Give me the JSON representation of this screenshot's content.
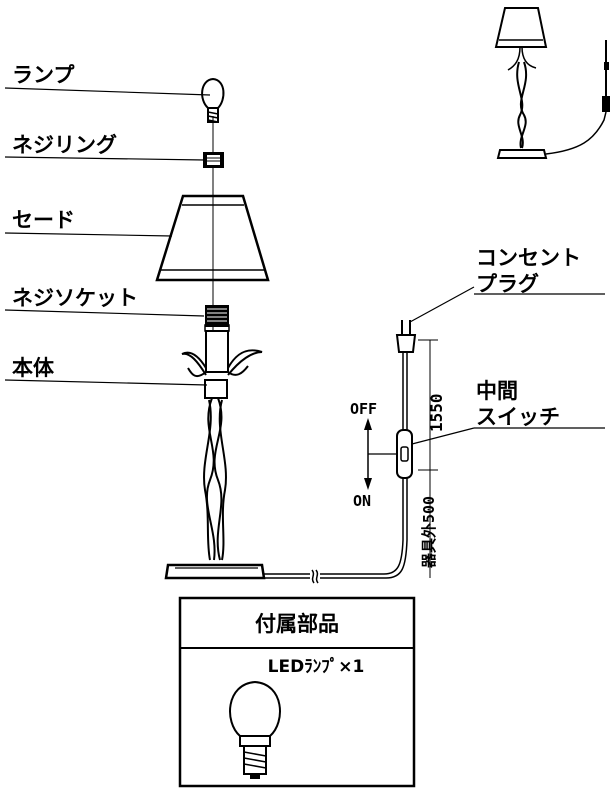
{
  "labels": {
    "lamp": "ランプ",
    "screw_ring": "ネジリング",
    "shade": "セード",
    "screw_socket": "ネジソケット",
    "body": "本体",
    "outlet_plug_line1": "コンセント",
    "outlet_plug_line2": "プラグ",
    "mid_switch_line1": "中間",
    "mid_switch_line2": "スイッチ",
    "off": "OFF",
    "on": "ON",
    "length_total": "1550",
    "length_outside": "器具外500"
  },
  "accessories": {
    "title": "付属部品",
    "item": "LEDﾗﾝﾌﾟ×1"
  }
}
